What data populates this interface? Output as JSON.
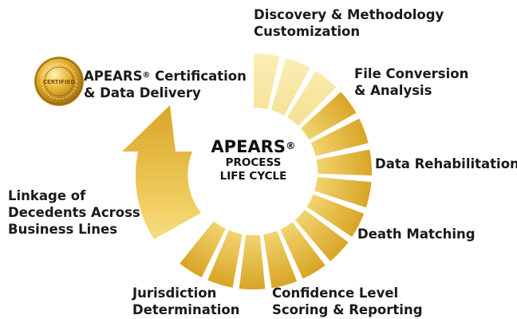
{
  "center": {
    "title": "APEARS",
    "mark": "®",
    "line1": "PROCESS",
    "line2": "LIFE CYCLE"
  },
  "seal": {
    "text": "CERTIFIED",
    "icon": "gold-certification-seal-icon"
  },
  "colors": {
    "gold_dark": "#d8a323",
    "gold_light": "#fbefb3",
    "text": "#1a1a1a"
  },
  "steps": [
    {
      "line1": "Discovery & Methodology",
      "line2": "Customization"
    },
    {
      "line1": "File Conversion",
      "line2": "& Analysis"
    },
    {
      "line1": "Data Rehabilitation",
      "line2": ""
    },
    {
      "line1": "Death Matching",
      "line2": ""
    },
    {
      "line1": "Confidence Level",
      "line2": "Scoring & Reporting"
    },
    {
      "line1": "Jurisdiction",
      "line2": "Determination"
    },
    {
      "line1": "Linkage of",
      "line2": "Decedents Across",
      "line3": "Business Lines"
    },
    {
      "line1": "APEARS",
      "mark": "®",
      "line1b": " Certification",
      "line2": "& Data Delivery"
    }
  ]
}
